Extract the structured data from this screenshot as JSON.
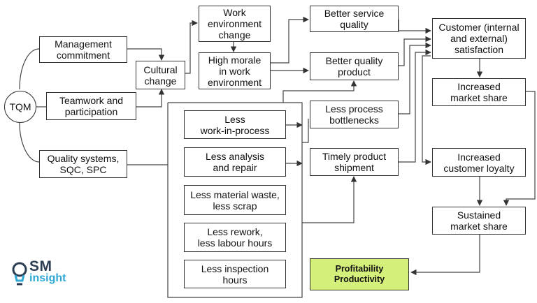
{
  "diagram": {
    "nodes": {
      "tqm": "TQM",
      "management": "Management\ncommitment",
      "teamwork": "Teamwork and\nparticipation",
      "quality_systems": "Quality systems,\nSQC, SPC",
      "cultural_change": "Cultural\nchange",
      "work_env_change": "Work\nenvironment\nchange",
      "high_morale": "High morale\nin work\nenvironment",
      "better_service": "Better service\nquality",
      "better_product": "Better quality\nproduct",
      "less_bottlenecks": "Less process\nbottlenecks",
      "timely_shipment": "Timely product\nshipment",
      "less_wip": "Less\nwork-in-process",
      "less_analysis": "Less analysis\nand repair",
      "less_waste": "Less material waste,\nless scrap",
      "less_rework": "Less rework,\nless labour hours",
      "less_inspection": "Less inspection\nhours",
      "customer_satisfaction": "Customer (internal\nand external)\nsatisfaction",
      "market_share": "Increased\nmarket share",
      "customer_loyalty": "Increased\ncustomer loyalty",
      "sustained_share": "Sustained\nmarket share",
      "profitability": "Profitability\nProductivity"
    },
    "colors": {
      "highlight": "#d4f07a",
      "line": "#333333"
    }
  },
  "logo": {
    "line1": "SM",
    "line2": "insight",
    "icon": "lightbulb-icon"
  }
}
